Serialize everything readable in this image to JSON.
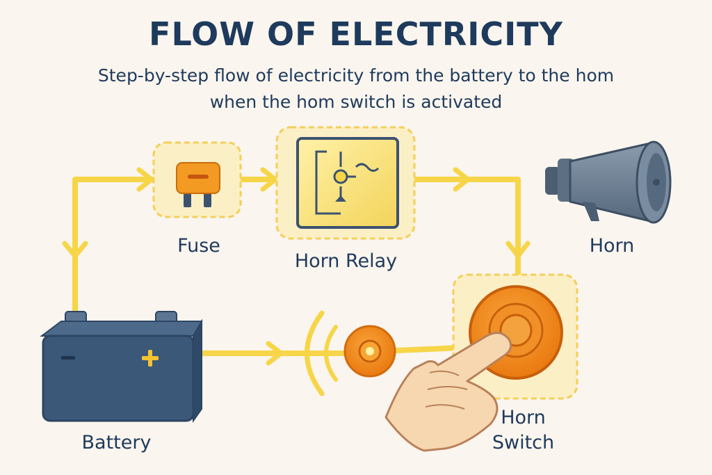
{
  "title": "FLOW OF ELECTRICITY",
  "subtitle": {
    "line1": "Step-by-step flow of electricity from the battery to the hom",
    "line2": "when the hom switch is activated"
  },
  "labels": {
    "fuse": "Fuse",
    "relay": "Horn Relay",
    "horn": "Horn",
    "battery": "Battery",
    "switch_line1": "Horn",
    "switch_line2": "Switch"
  },
  "colors": {
    "wire": "#f7d548",
    "orange": "#f08a17",
    "navy": "#1e3a5c",
    "battery": "#3b5878",
    "horn": "#6d7f93"
  },
  "icons": [
    "fuse-icon",
    "relay-icon",
    "horn-icon",
    "battery-icon",
    "switch-icon",
    "hand-icon",
    "signal-waves-icon"
  ]
}
